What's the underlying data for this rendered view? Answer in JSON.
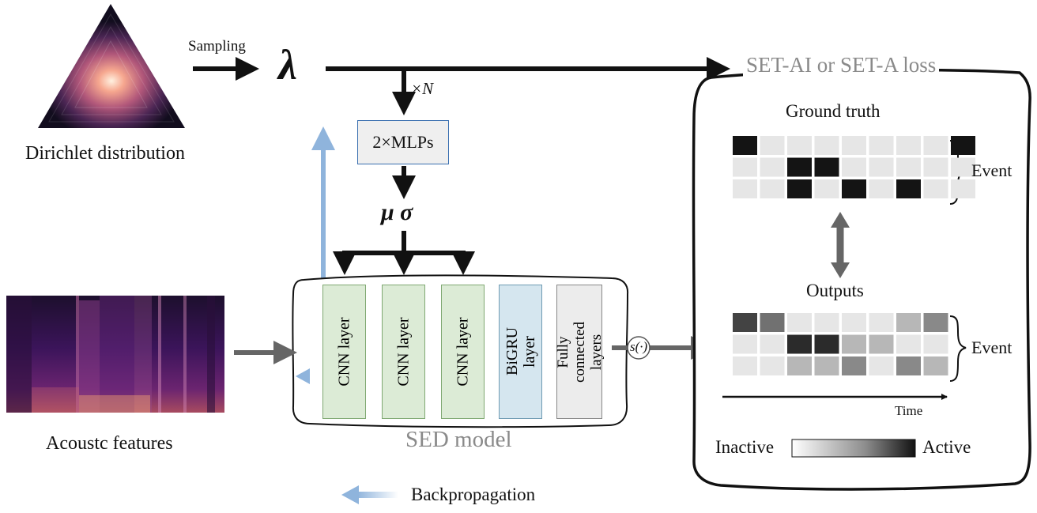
{
  "sampling_label": "Sampling",
  "lambda_symbol": "λ",
  "times_n": "×N",
  "mlp_label": "2×MLPs",
  "mu_sigma": "μ σ",
  "dirichlet_label": "Dirichlet distribution",
  "acoustic_label": "Acoustc features",
  "sed_model_label": "SED model",
  "loss_label": "SET-AI or SET-A loss",
  "ground_truth_label": "Ground truth",
  "outputs_label": "Outputs",
  "event_label_top": "Event",
  "event_label_bottom": "Event",
  "time_label": "Time",
  "inactive_label": "Inactive",
  "active_label": "Active",
  "backprop_label": "Backpropagation",
  "sigmoid_label": "s(·)",
  "layers": [
    {
      "label": "CNN layer",
      "kind": "cnn"
    },
    {
      "label": "CNN layer",
      "kind": "cnn"
    },
    {
      "label": "CNN layer",
      "kind": "cnn"
    },
    {
      "label": "BiGRU layer",
      "kind": "gru"
    },
    {
      "label": "Fully connected layers",
      "kind": "fc"
    }
  ],
  "colors": {
    "cnn_fill": "#dcebd6",
    "cnn_border": "#7fa872",
    "gru_fill": "#d5e6ef",
    "gru_border": "#6f9bb3",
    "fc_fill": "#ececec",
    "fc_border": "#888888",
    "mlp_fill": "#efefef",
    "mlp_border": "#3a6fb0",
    "backprop": "#8fb4dc",
    "arrow": "#111111",
    "arrow_gray": "#666666"
  },
  "ground_truth_grid": [
    [
      1.0,
      0.1,
      0.1,
      0.1,
      0.1,
      0.1,
      0.1,
      0.1,
      1.0
    ],
    [
      0.1,
      0.1,
      1.0,
      1.0,
      0.1,
      0.1,
      0.1,
      0.1,
      0.1
    ],
    [
      0.1,
      0.1,
      1.0,
      0.1,
      1.0,
      0.1,
      1.0,
      0.1,
      0.1
    ]
  ],
  "outputs_grid": [
    [
      0.8,
      0.6,
      0.1,
      0.1,
      0.1,
      0.1,
      0.3,
      0.5,
      0.0
    ],
    [
      0.1,
      0.1,
      0.9,
      0.9,
      0.3,
      0.3,
      0.1,
      0.1,
      0.0
    ],
    [
      0.1,
      0.1,
      0.3,
      0.3,
      0.5,
      0.1,
      0.5,
      0.3,
      0.0
    ]
  ]
}
